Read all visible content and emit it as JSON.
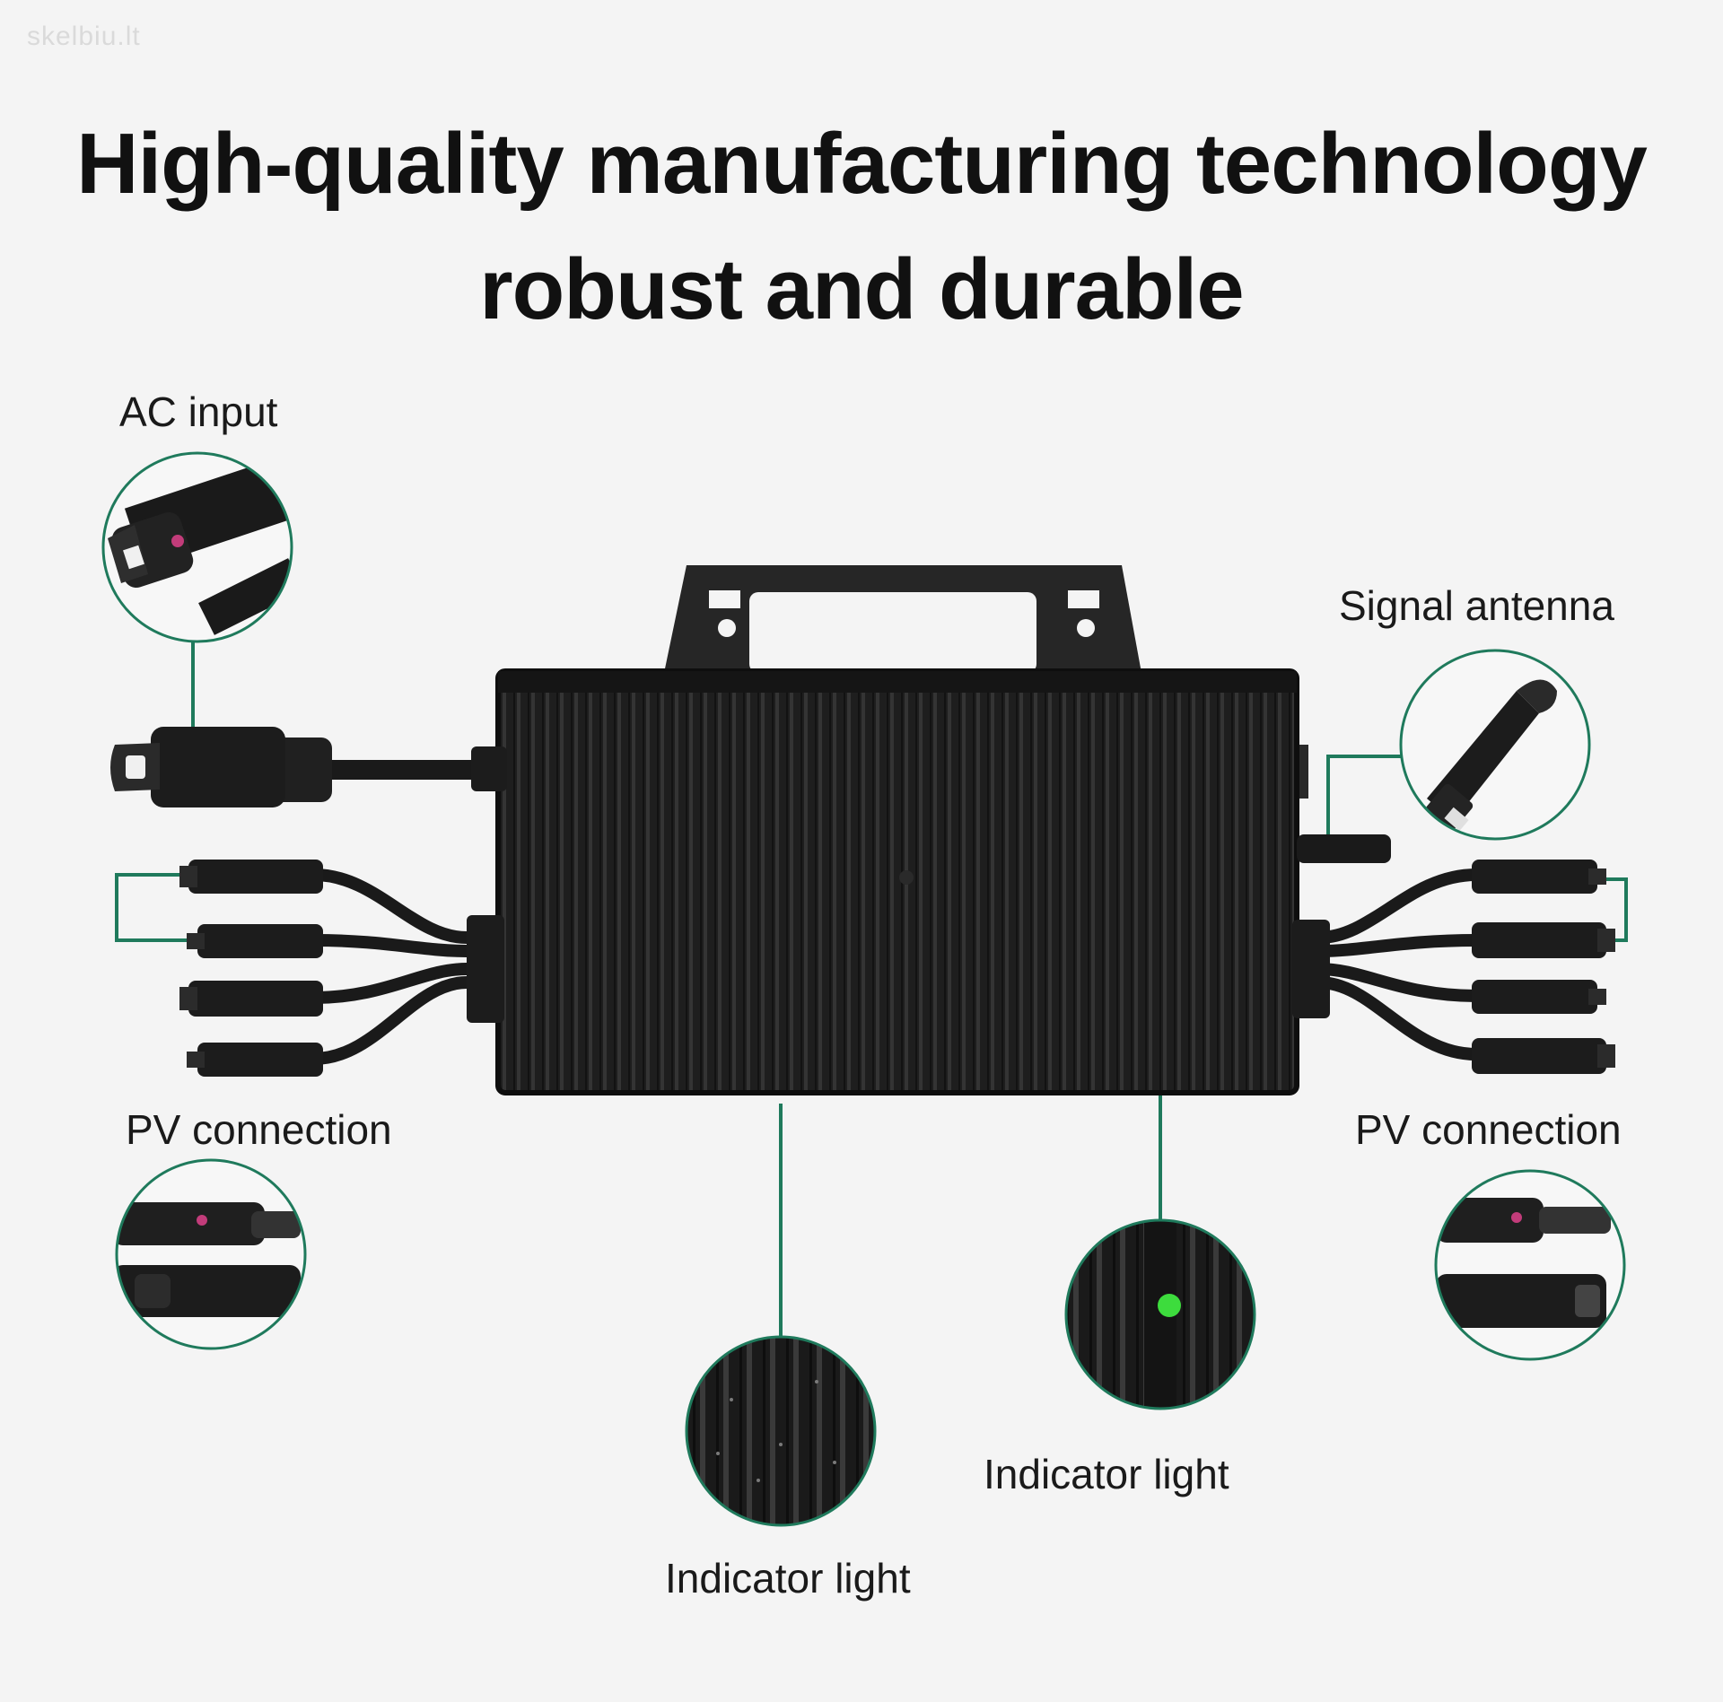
{
  "watermark": "skelbiu.lt",
  "title_line1": "High-quality manufacturing technology",
  "title_line2": "robust and durable",
  "labels": {
    "ac_input": "AC input",
    "signal_antenna": "Signal antenna",
    "pv_connection_left": "PV connection",
    "pv_connection_right": "PV connection",
    "indicator_light_right": "Indicator light",
    "indicator_light_bottom": "Indicator light"
  },
  "colors": {
    "background": "#f4f4f4",
    "leader_line": "#1f7a5c",
    "device": "#1c1c1c",
    "indicator_led": "#3ddc3d"
  }
}
